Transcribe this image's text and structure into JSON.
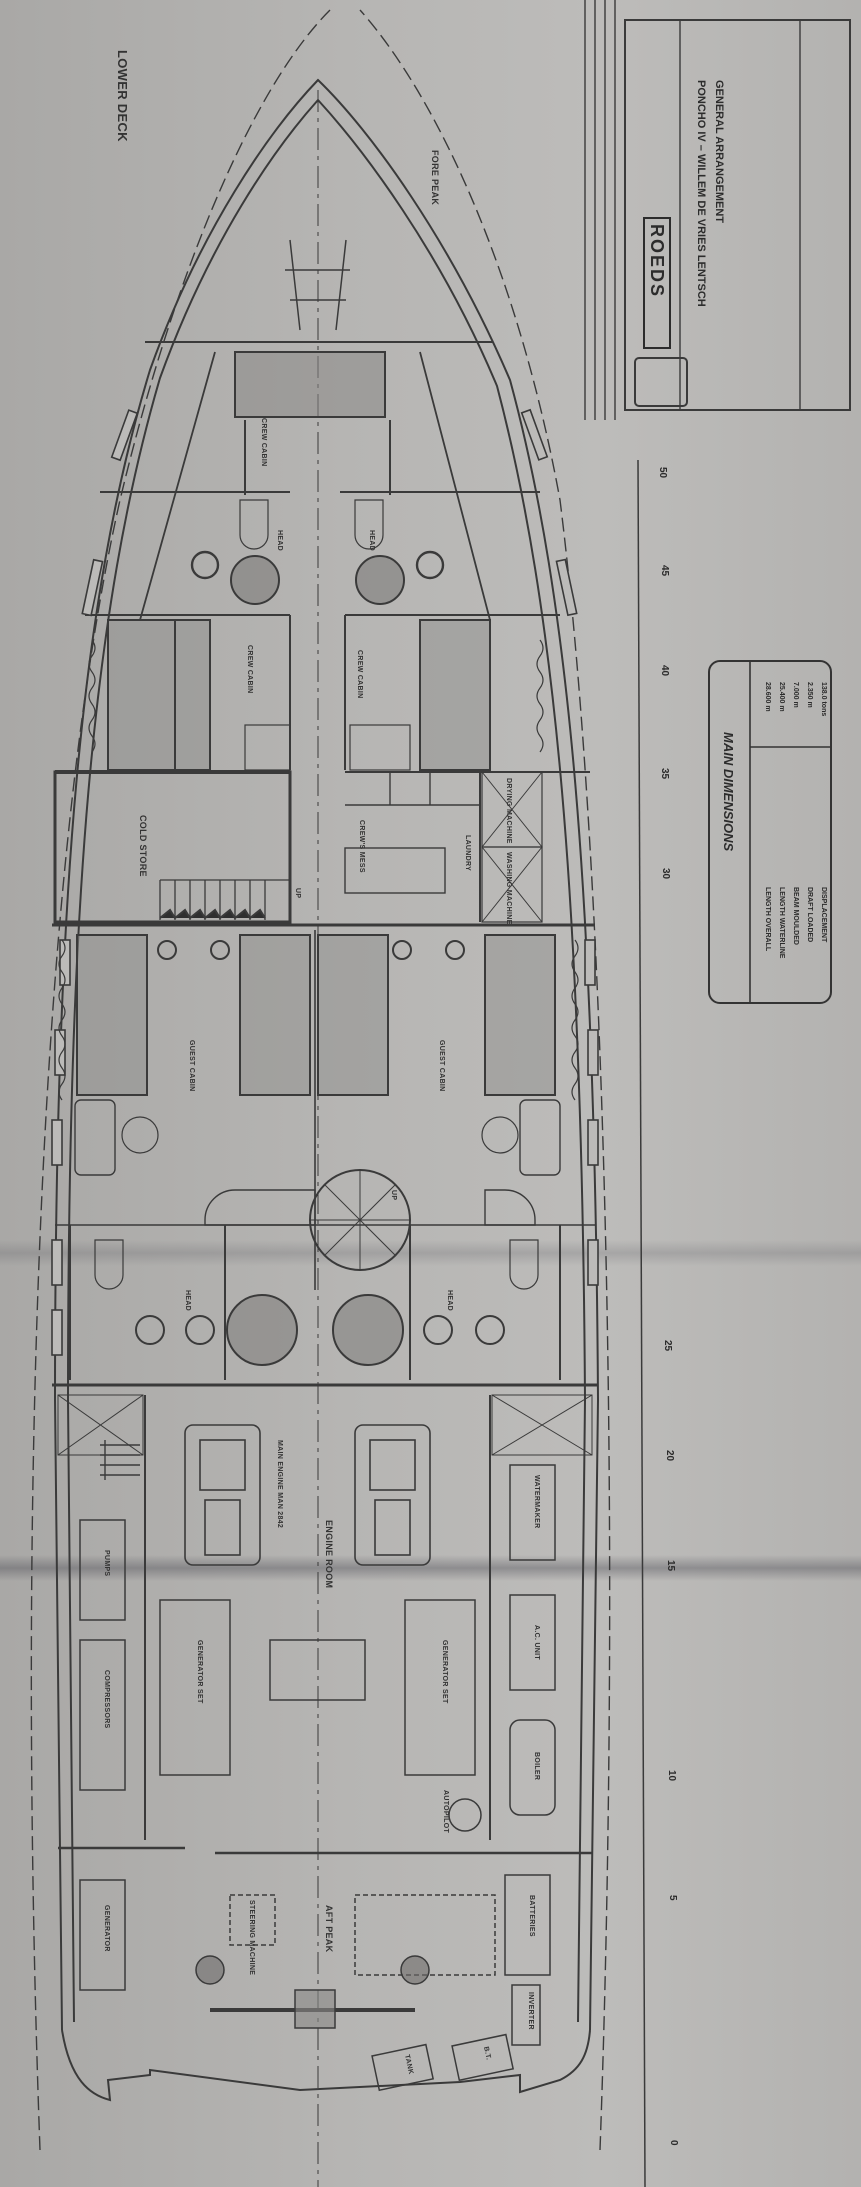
{
  "drawing": {
    "deck_title": "LOWER DECK",
    "title_block": {
      "logo": "ROEDS",
      "project": "PONCHO IV – WILLEM DE VRIES LENTSCH",
      "sheet_title": "GENERAL ARRANGEMENT"
    },
    "main_dimensions": {
      "heading": "MAIN DIMENSIONS",
      "rows": [
        {
          "label": "LENGTH OVERALL",
          "value": "28.600 m"
        },
        {
          "label": "LENGTH WATERLINE",
          "value": "25.400 m"
        },
        {
          "label": "BEAM MOULDED",
          "value": "7.000 m"
        },
        {
          "label": "DRAFT LOADED",
          "value": "2.350 m"
        },
        {
          "label": "DISPLACEMENT",
          "value": "138.0 tons"
        }
      ]
    },
    "scale_ticks": [
      "50",
      "45",
      "40",
      "35",
      "30",
      "25",
      "20",
      "15",
      "10",
      "5",
      "0"
    ],
    "compartments": {
      "fore_peak": "FORE PEAK",
      "crew_cabin_port": "CREW CABIN",
      "crew_cabin_stbd": "CREW CABIN",
      "crew_cabin_fwd": "CREW CABIN",
      "head_fwd_port": "HEAD",
      "head_fwd_stbd": "HEAD",
      "cold_store": "COLD STORE",
      "up_fwd": "UP",
      "crews_mess": "CREW'S MESS",
      "laundry": "LAUNDRY",
      "washing_machine": "WASHING MACHINE",
      "drying_machine": "DRYING MACHINE",
      "guest_cabin_port": "GUEST CABIN",
      "guest_cabin_stbd": "GUEST CABIN",
      "up_mid": "UP",
      "head_aft_port": "HEAD",
      "head_aft_stbd": "HEAD",
      "main_engine": "MAIN ENGINE MAN 2842",
      "engine_room": "ENGINE ROOM",
      "pumps": "PUMPS",
      "compressors": "COMPRESSORS",
      "generator_set_port": "GENERATOR SET",
      "generator_set_stbd": "GENERATOR SET",
      "watermaker": "WATERMAKER",
      "ac_unit": "A.C. UNIT",
      "boiler": "BOILER",
      "autopilot": "AUTOPILOT",
      "generator": "GENERATOR",
      "steering_machine": "STEERING MACHINE",
      "aft_peak": "AFT PEAK",
      "batteries": "BATTERIES",
      "inverter": "INVERTER",
      "tank_a": "TANK",
      "tank_b": "B.T."
    }
  }
}
